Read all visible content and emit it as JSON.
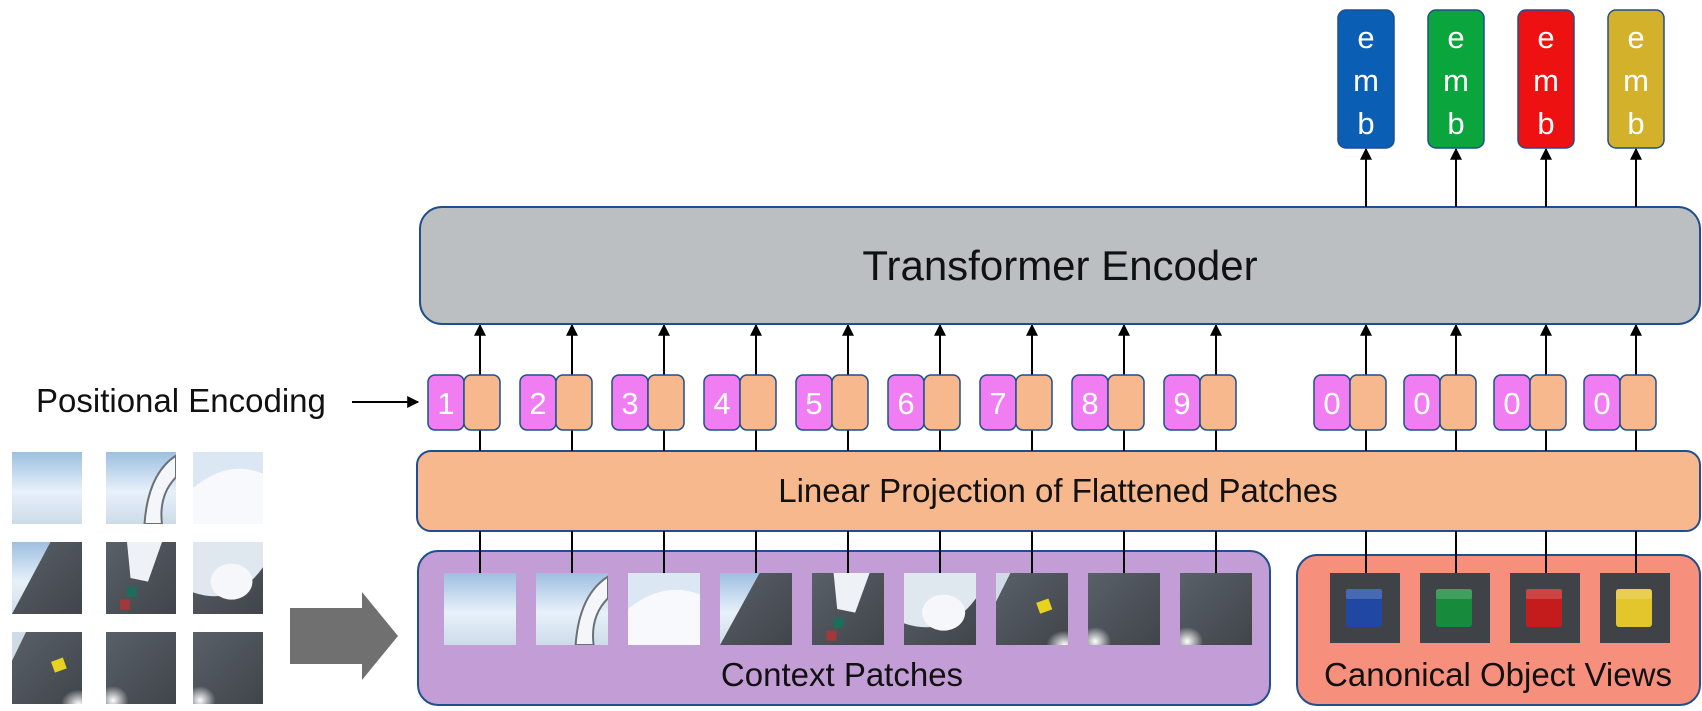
{
  "labels": {
    "transformer": "Transformer Encoder",
    "projection": "Linear Projection of Flattened Patches",
    "context": "Context Patches",
    "canonical": "Canonical Object Views",
    "positional": "Positional Encoding"
  },
  "outputs": [
    {
      "letters": [
        "e",
        "m",
        "b"
      ],
      "color": "#0a5fb4"
    },
    {
      "letters": [
        "e",
        "m",
        "b"
      ],
      "color": "#0aa53c"
    },
    {
      "letters": [
        "e",
        "m",
        "b"
      ],
      "color": "#ee1111"
    },
    {
      "letters": [
        "e",
        "m",
        "b"
      ],
      "color": "#d4b12a"
    }
  ],
  "position_tokens": [
    "1",
    "2",
    "3",
    "4",
    "5",
    "6",
    "7",
    "8",
    "9",
    "0",
    "0",
    "0",
    "0"
  ],
  "colors": {
    "transformer_fill": "#bbbfc2",
    "projection_fill": "#f6b88c",
    "context_fill": "#c39ed6",
    "canonical_fill": "#f6907c",
    "token_magenta": "#f07ef2",
    "token_peach": "#f6b88c",
    "border_blue": "#1f4f8f",
    "scene_floor": "#4e545b",
    "scene_sky": "#c4d9ec",
    "arrow_gray": "#707070"
  },
  "canonical_objects": [
    {
      "color": "#1f47a3"
    },
    {
      "color": "#178a3c"
    },
    {
      "color": "#c41c1c"
    },
    {
      "color": "#e3c52c"
    }
  ]
}
